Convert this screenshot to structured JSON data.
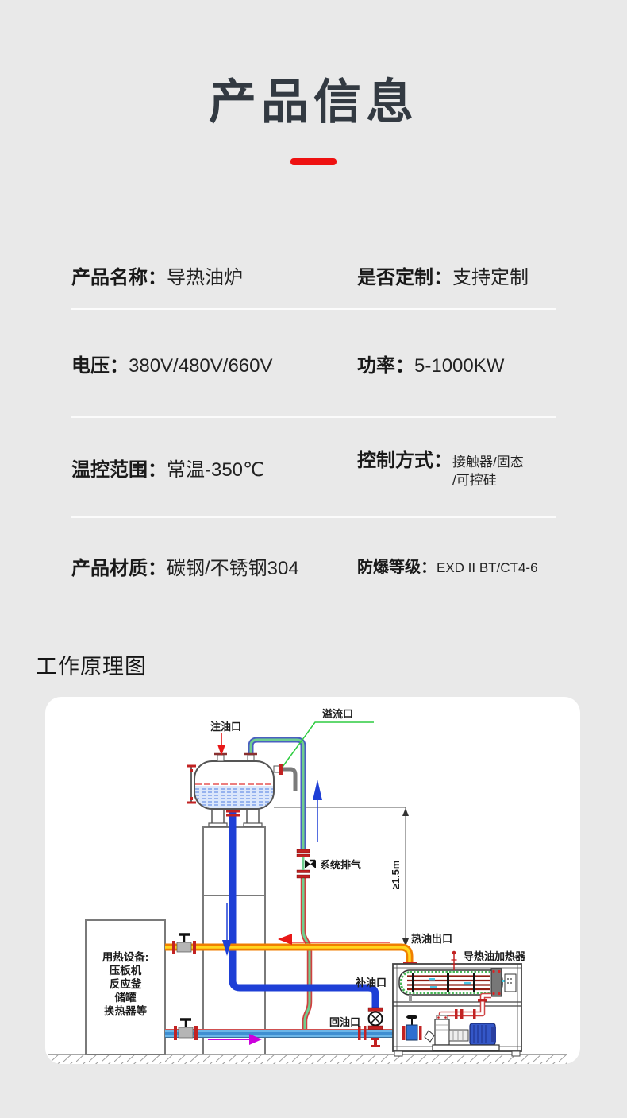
{
  "header": {
    "title": "产品信息",
    "accent_color": "#ee1111"
  },
  "specs": {
    "rows": [
      {
        "l_label": "产品名称：",
        "l_value": "导热油炉",
        "r_label": "是否定制：",
        "r_value": "支持定制"
      },
      {
        "l_label": "电压：",
        "l_value": "380V/480V/660V",
        "r_label": "功率：",
        "r_value": "5-1000KW"
      },
      {
        "l_label": "温控范围：",
        "l_value": "常温-350℃",
        "r_label": "控制方式：",
        "r_value": "接触器/固态",
        "r_value2": "/可控硅"
      },
      {
        "l_label": "产品材质：",
        "l_value": "碳钢/不锈钢304",
        "r_label": "防爆等级：",
        "r_value": "EXD II BT/CT4-6"
      }
    ]
  },
  "section": {
    "title": "工作原理图"
  },
  "diagram": {
    "labels": {
      "fill_port": "注油口",
      "overflow_port": "溢流口",
      "system_vent": "系统排气",
      "dimension": "≥1.5m",
      "hot_oil_outlet": "热油出口",
      "heater": "导热油加热器",
      "makeup_port": "补油口",
      "return_port": "回油口"
    },
    "equipment_box": {
      "line1": "用热设备:",
      "line2": "压板机",
      "line3": "反应釜",
      "line4": "储罐",
      "line5": "换热器等"
    },
    "colors": {
      "pipe_hot": "#f07f00",
      "pipe_hot_core": "#ffd61f",
      "pipe_cold": "#1e3fd6",
      "pipe_return": "#6cb6e8",
      "pipe_overflow_outer": "#4a5fc0",
      "pipe_overflow_lower": "#cf4040",
      "pipe_overflow_core": "#6fcf8f",
      "insulation_green": "#49b857",
      "arrow_red": "#e81818",
      "arrow_purple": "#cc00dd",
      "flange_red": "#c22222"
    }
  }
}
